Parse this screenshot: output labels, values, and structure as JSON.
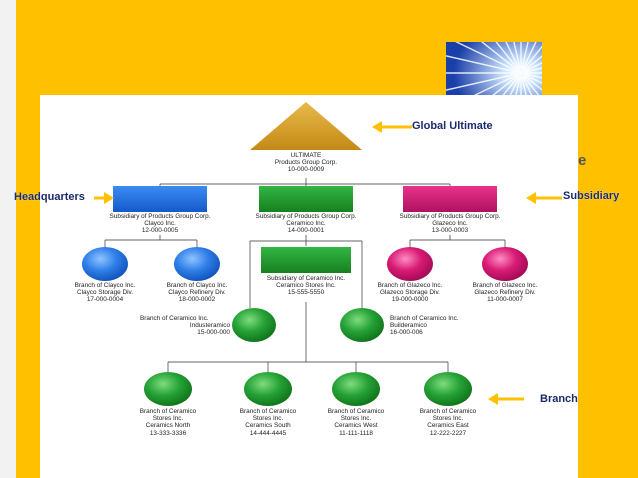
{
  "callouts": {
    "global_ultimate": "Global Ultimate",
    "headquarters": "Headquarters",
    "subsidiary": "Subsidiary",
    "branch": "Branch"
  },
  "cut_off_letter": "e",
  "colors": {
    "slide_background": "#FFC000",
    "ultimate": "#D9A12A",
    "clayco": "#1E6FE0",
    "ceramico": "#1E9A2E",
    "glazeco": "#D0186E",
    "arrow": "#FFC000"
  },
  "nodes": {
    "ultimate": [
      "ULTIMATE",
      "Products Group Corp.",
      "10-000-0009"
    ],
    "hq_clayco": [
      "Subsidiary of Products Group Corp.",
      "Clayco Inc.",
      "12-000-0005"
    ],
    "hq_ceramico": [
      "Subsidiary of Products Group Corp.",
      "Ceramico Inc.",
      "14-000-0001"
    ],
    "hq_glazeco": [
      "Subsidiary of Products Group Corp.",
      "Glazeco Inc.",
      "13-000-0003"
    ],
    "clayco_storage": [
      "Branch of Clayco Inc.",
      "Clayco Storage Div.",
      "17-000-0004"
    ],
    "clayco_refinery": [
      "Branch of Clayco Inc.",
      "Clayco Refinery Div.",
      "18-000-0002"
    ],
    "ceramico_stores": [
      "Subsidiary of Ceramico Inc.",
      "Ceramico Stores Inc.",
      "15-555-5550"
    ],
    "glazeco_storage": [
      "Branch of Glazeco Inc.",
      "Glazeco Storage Div.",
      "19-000-0000"
    ],
    "glazeco_refinery": [
      "Branch of Glazeco Inc.",
      "Glazeco Refinery Div.",
      "11-000-0007"
    ],
    "industeramico": [
      "Branch of Ceramico Inc.",
      "Industeramico",
      "15-000-000"
    ],
    "builderamico": [
      "Branch of Ceramico Inc.",
      "Builderamico",
      "16-000-006"
    ],
    "ceramics_north": [
      "Branch of Ceramico",
      "Stores Inc.",
      "Ceramics North",
      "13-333-3336"
    ],
    "ceramics_south": [
      "Branch of Ceramico",
      "Stores Inc.",
      "Ceramics South",
      "14-444-4445"
    ],
    "ceramics_west": [
      "Branch of Ceramico",
      "Stores Inc.",
      "Ceramics West",
      "11-111-1118"
    ],
    "ceramics_east": [
      "Branch of Ceramico",
      "Stores Inc.",
      "Ceramics East",
      "12-222-2227"
    ]
  }
}
